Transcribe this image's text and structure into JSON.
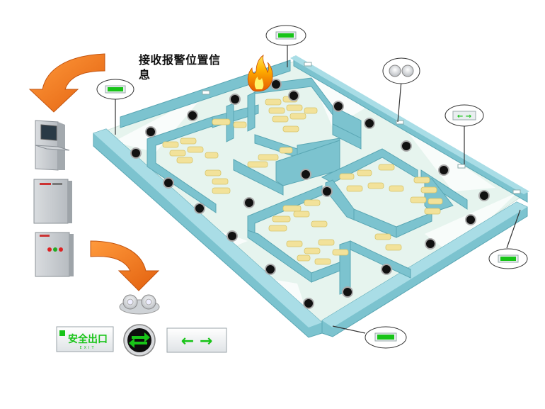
{
  "alarm_caption": "接收报警位置信息",
  "legend": {
    "exit_sign_text": "安全出口",
    "exit_sign_subtext": "EXIT",
    "direction_sign_arrows": "← →",
    "round_indicator_arrows": "⇄"
  },
  "icons": [
    "fire-icon",
    "orange-arrow-icon",
    "control-cabinet-icon",
    "power-panel-icon",
    "emergency-light-icon",
    "exit-sign-icon",
    "direction-sign-icon",
    "round-indicator-icon"
  ],
  "colors": {
    "wall": "#7cc3cf",
    "wall_top": "#a9dde6",
    "floor": "#e6f4ee",
    "furniture": "#f2e29a",
    "sign_green": "#18c418",
    "arrow_orange": "#f07a1a"
  }
}
